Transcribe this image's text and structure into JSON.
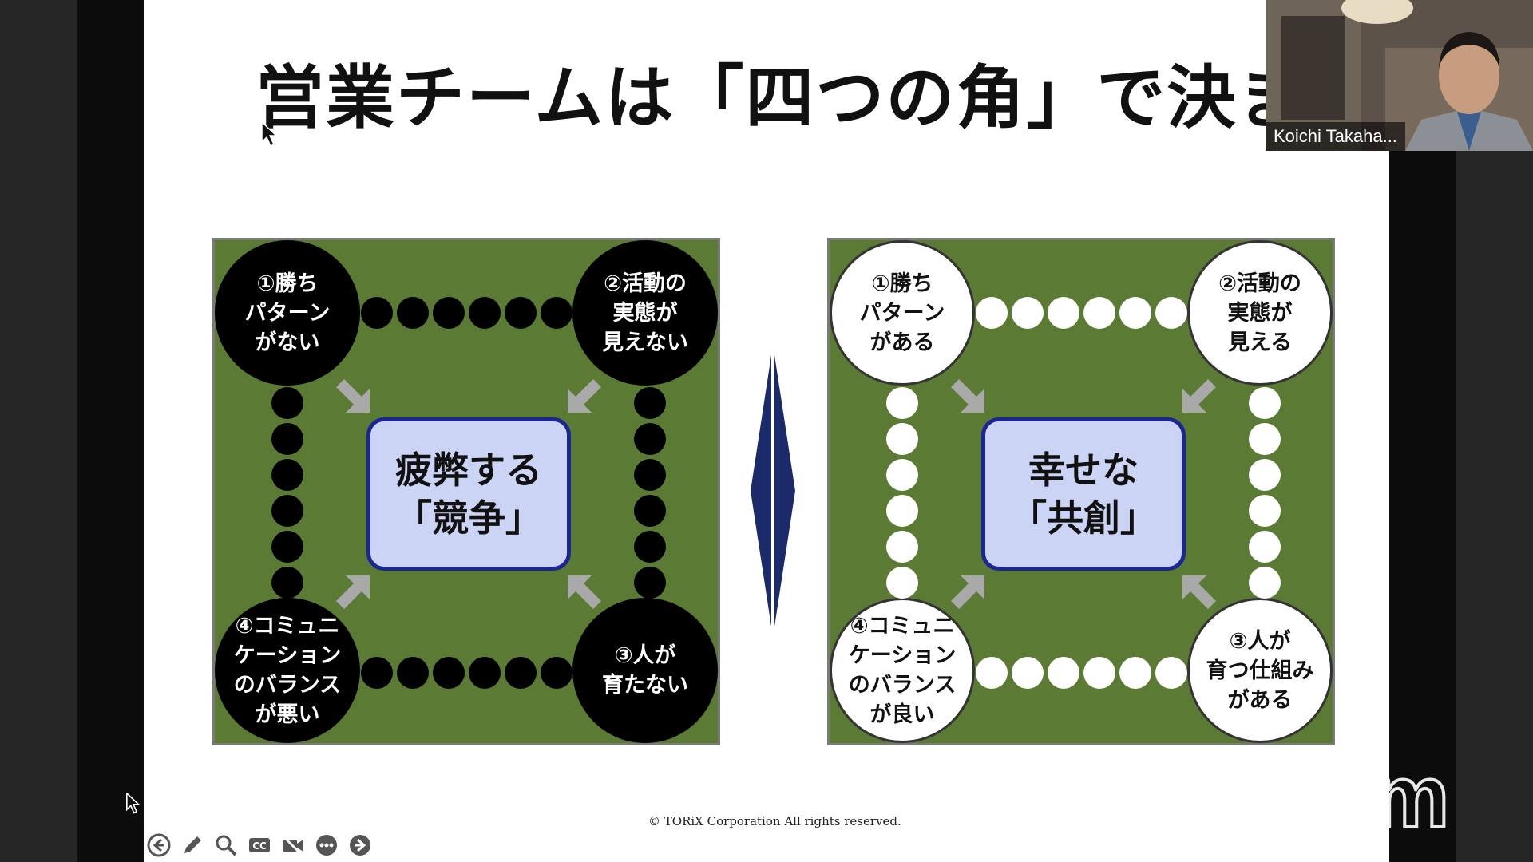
{
  "slide": {
    "title": "営業チームは「四つの角」で決まる",
    "left_board": {
      "corner_top_left": "①勝ち\nパターン\nがない",
      "corner_top_right": "②活動の\n実態が\n見えない",
      "corner_bottom_right": "③人が\n育たない",
      "corner_bottom_left": "④コミュニ\nケーション\nのバランス\nが悪い",
      "center_line1": "疲弊する",
      "center_line2": "「競争」"
    },
    "right_board": {
      "corner_top_left": "①勝ち\nパターン\nがある",
      "corner_top_right": "②活動の\n実態が\n見える",
      "corner_bottom_right": "③人が\n育つ仕組み\nがある",
      "corner_bottom_left": "④コミュニ\nケーション\nのバランス\nが良い",
      "center_line1": "幸せな",
      "center_line2": "「共創」"
    },
    "copyright": "© TORiX Corporation All rights reserved."
  },
  "participant": {
    "name": "Koichi Takaha..."
  },
  "toolbar": {
    "icons": [
      "arrow-left-icon",
      "pen-icon",
      "magnifier-icon",
      "cc-icon",
      "video-off-icon",
      "more-icon",
      "arrow-right-icon"
    ]
  },
  "watermark": {
    "text": "zoom"
  },
  "colors": {
    "board_green": "#5b7a34",
    "center_fill": "#ccd4f5",
    "center_border": "#1b2694",
    "vs_navy": "#1b2a6b"
  }
}
